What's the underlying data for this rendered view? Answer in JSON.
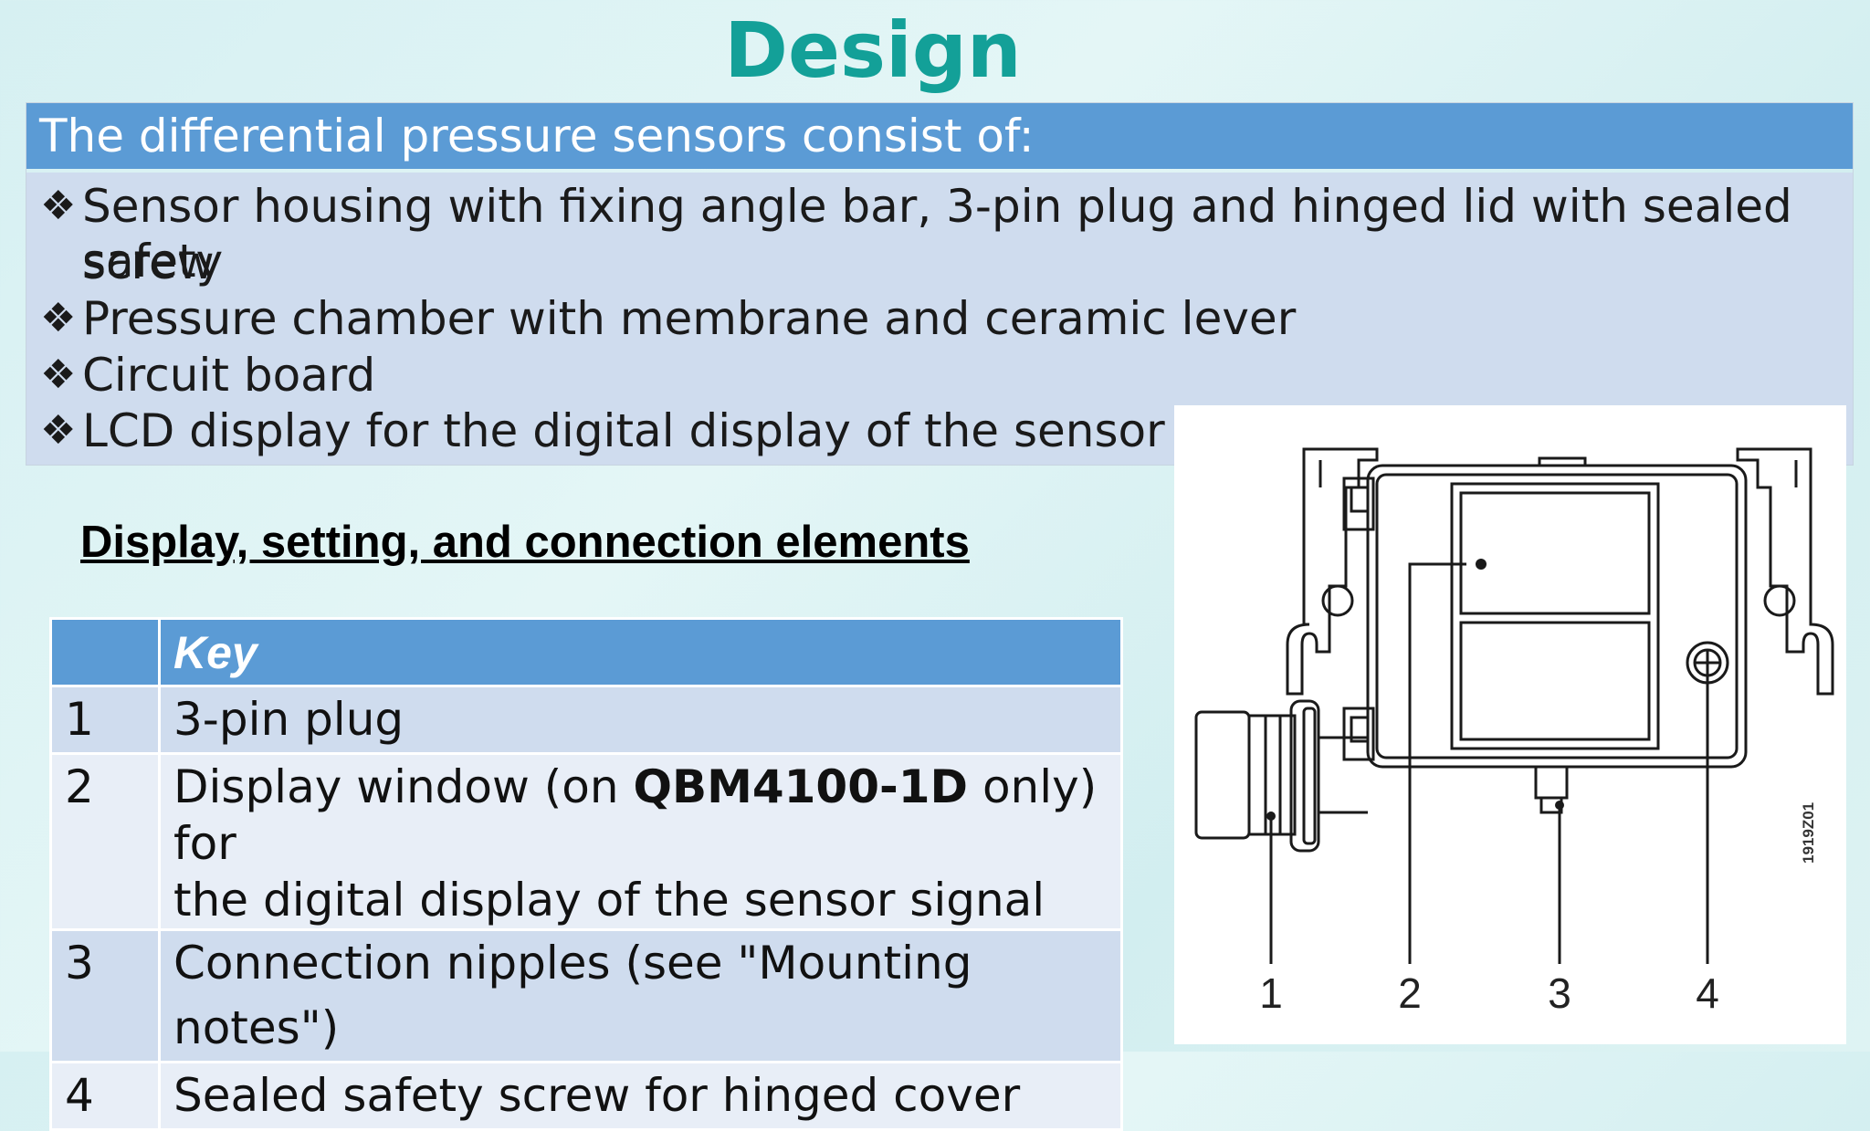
{
  "title": "Design",
  "intro": {
    "heading": "The differential pressure sensors consist of:",
    "bullet_mark": "❖",
    "bullets": [
      "Sensor housing with fixing angle bar, 3-pin plug and hinged lid with sealed safety",
      "screw",
      "Pressure chamber with membrane and ceramic lever",
      "Circuit board",
      "LCD display for the digital display of the sensor sign"
    ]
  },
  "subheading": "Display, setting, and connection elements",
  "key_table": {
    "header": "Key",
    "rows": [
      {
        "num": "1",
        "text": "3-pin plug"
      },
      {
        "num": "2",
        "pre": "Display window (on ",
        "bold": "QBM4100-1D",
        "post": " only) for",
        "line2": "the digital display of the sensor signal"
      },
      {
        "num": "3",
        "text": "Connection nipples (see \"Mounting notes\")"
      },
      {
        "num": "4",
        "text": "Sealed safety screw for hinged cover"
      }
    ]
  },
  "figure": {
    "callouts": [
      "1",
      "2",
      "3",
      "4"
    ],
    "drawing_code": "1919Z01"
  }
}
